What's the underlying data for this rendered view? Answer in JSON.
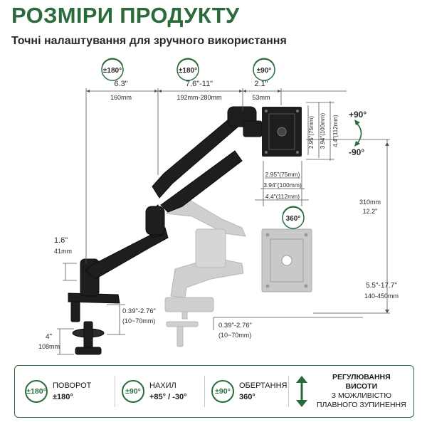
{
  "header": {
    "title": "РОЗМІРИ ПРОДУКТУ",
    "subtitle": "Точні налаштування для зручного використання"
  },
  "badges": {
    "b1": "±180°",
    "b2": "±180°",
    "b3": "±90°",
    "b4": "360°"
  },
  "dimensions": {
    "d1_in": "6.3\"",
    "d1_mm": "160mm",
    "d2_in": "7.6\"-11\"",
    "d2_mm": "192mm-280mm",
    "d3_in": "2.1\"",
    "d3_mm": "53mm",
    "pole_in": "1.6\"",
    "pole_mm": "41mm",
    "vesa_v1": "2.95\"(75mm)",
    "vesa_v2": "3.94\"(100mm)",
    "vesa_v3": "4.4\"(112mm)",
    "vesa_h1": "2.95\"(75mm)",
    "vesa_h2": "3.94\"(100mm)",
    "vesa_h3": "4.4\"(112mm)",
    "tilt_up": "+90°",
    "tilt_down": "-90°",
    "h_mm": "310mm",
    "h_in": "12.2\"",
    "range_in": "5.5\"-17.7\"",
    "range_mm": "140-450mm",
    "clamp1_in": "0.39\"-2.76\"",
    "clamp1_mm": "(10~70mm)",
    "clamp2_in": "0.39\"-2.76\"",
    "clamp2_mm": "(10~70mm)",
    "base_in": "4\"",
    "base_mm": "108mm"
  },
  "footer": {
    "f1": {
      "badge": "±180°",
      "label": "ПОВОРОТ",
      "value": "±180°"
    },
    "f2": {
      "badge": "±90°",
      "label": "НАХИЛ",
      "value": "+85° / -30°"
    },
    "f3": {
      "badge": "±90°",
      "label": "ОБЕРТАННЯ",
      "value": "360°"
    },
    "f4": {
      "line1": "РЕГУЛЮВАННЯ",
      "line2": "ВИСОТИ",
      "line3": "З МОЖЛИВІСТЮ",
      "line4": "ПЛАВНОГО ЗУПИНЕННЯ"
    }
  },
  "colors": {
    "brand_green": "#2b6a3a",
    "arm_dark": "#1e1e1e",
    "ghost_gray": "#c4c4c4"
  }
}
